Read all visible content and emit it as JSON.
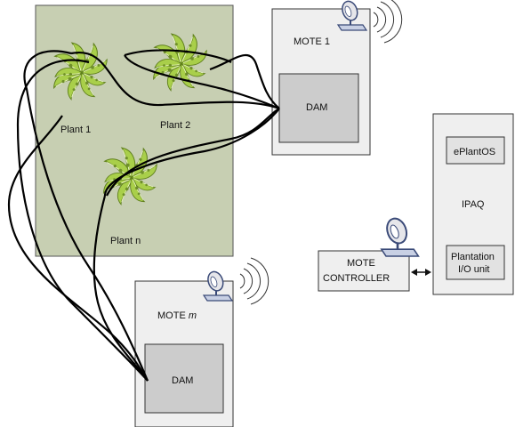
{
  "plants": {
    "plant1_label": "Plant 1",
    "plant2_label": "Plant 2",
    "plantn_label": "Plant n"
  },
  "mote1": {
    "title": "MOTE 1",
    "dam_label": "DAM"
  },
  "motem": {
    "title_prefix": "MOTE ",
    "title_var": "m",
    "dam_label": "DAM"
  },
  "mote_controller": {
    "line1": "MOTE",
    "line2": "CONTROLLER"
  },
  "ipaq": {
    "os_label": "ePlantOS",
    "title": "IPAQ",
    "io_line1": "Plantation",
    "io_line2": "I/O unit"
  },
  "icons": [
    "plant-icon",
    "satellite-dish-icon",
    "radio-waves-icon",
    "double-arrow-icon"
  ],
  "colors": {
    "plantation_bg": "#c7cfb2",
    "box_bg": "#efefef",
    "inner_box_bg": "#cccccc",
    "leaf_fill": "#a9cf4a",
    "wire": "#000000"
  }
}
